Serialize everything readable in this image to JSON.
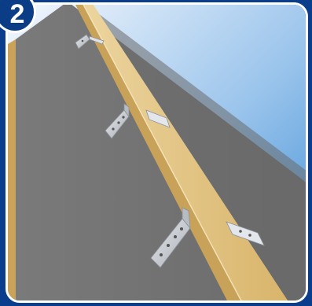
{
  "step": {
    "number": "2"
  },
  "colors": {
    "sky_top": "#f4f8fd",
    "sky_bottom": "#3f8fd6",
    "roof": "#757575",
    "roof_dark": "#5f5f5f",
    "batten": "#d6b56e",
    "batten_light": "#ead49c",
    "batten_dark": "#b8924a",
    "bracket": "#c8ccd2",
    "frame": "#0b3d86",
    "border": "#ffffff"
  },
  "icons": {
    "roof": "roof-membrane-illustration",
    "batten": "wooden-batten",
    "bracket": "metal-fixing-bracket"
  }
}
